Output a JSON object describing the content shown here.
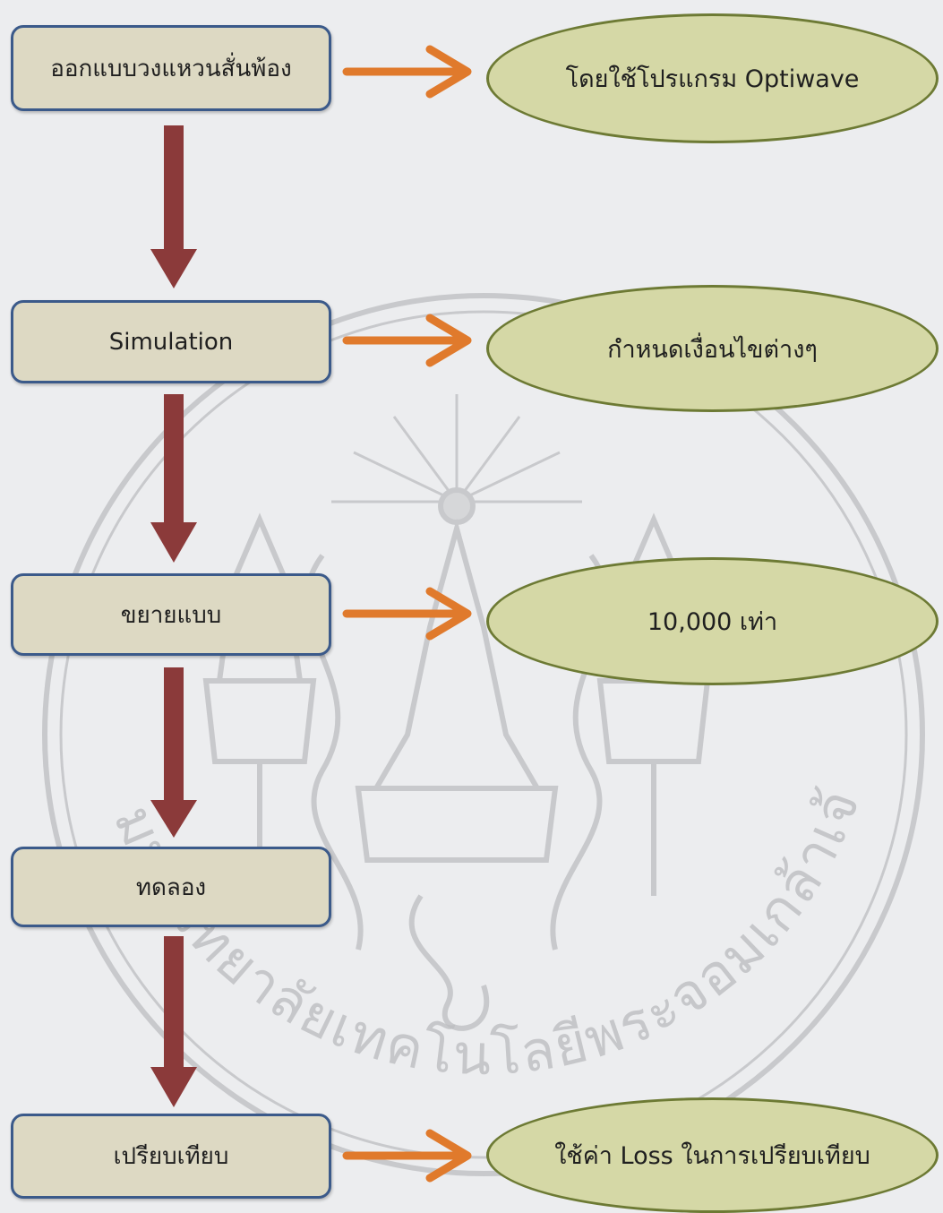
{
  "steps": [
    {
      "label": "ออกแบบวงแหวนสั่นพ้อง",
      "note": "โดยใช้โปรแกรม Optiwave"
    },
    {
      "label": "Simulation",
      "note": "กำหนดเงื่อนไขต่างๆ"
    },
    {
      "label": "ขยายแบบ",
      "note": "10,000 เท่า"
    },
    {
      "label": "ทดลอง"
    },
    {
      "label": "เปรียบเทียบ",
      "note": "ใช้ค่า Loss ในการเปรียบเทียบ"
    }
  ],
  "watermark": {
    "text": "มหาวิทยาลัยเทคโนโลยีพระจอมเกล้าเจ้าคุณทหารลาดกระบัง",
    "color": "#b9babd"
  },
  "colors": {
    "box_fill": "#ddd9c3",
    "box_border": "#3b5a8a",
    "ellipse_fill": "#d5d8a6",
    "ellipse_border": "#6d7a34",
    "down_arrow": "#8b3a3a",
    "right_arrow": "#e07a2c"
  }
}
